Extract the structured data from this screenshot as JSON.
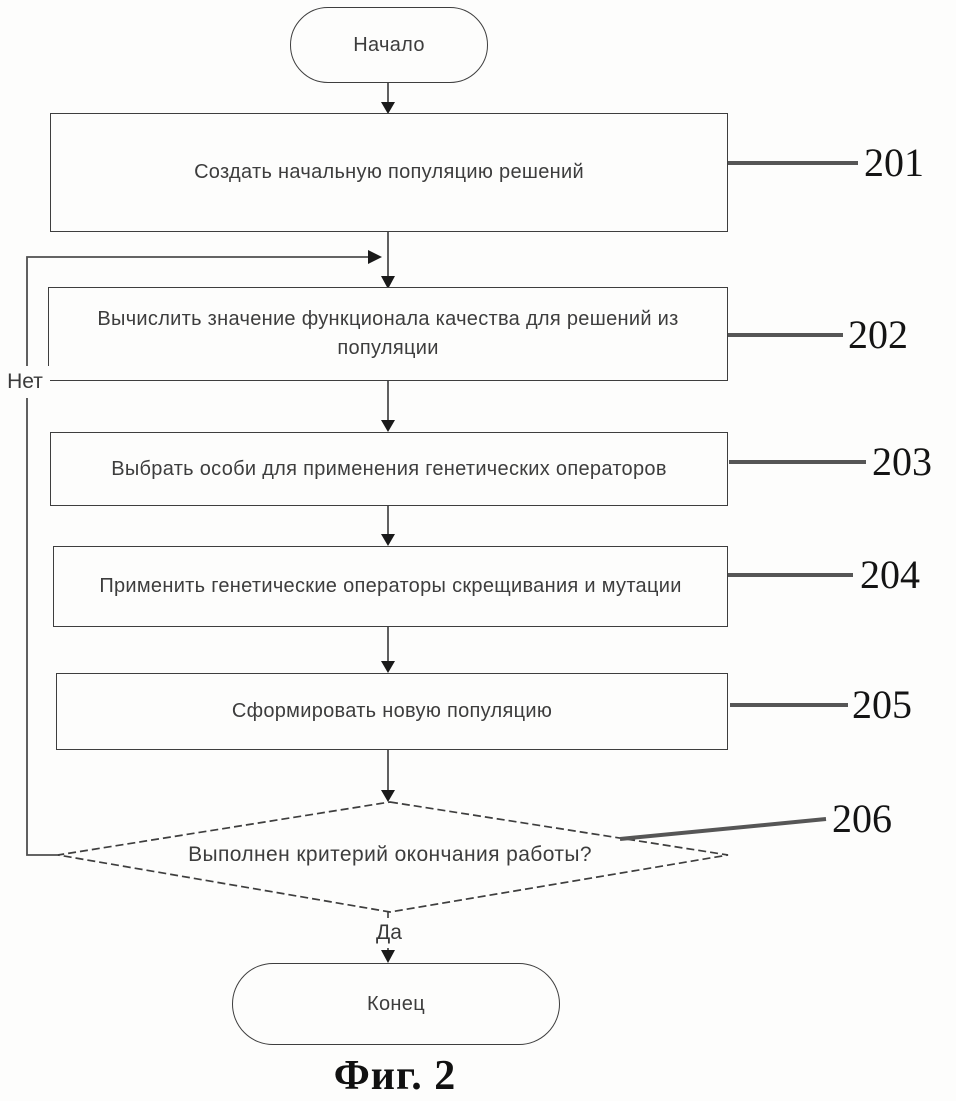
{
  "figure": {
    "caption": "Фиг. 2",
    "start": {
      "label": "Начало"
    },
    "end": {
      "label": "Конец"
    },
    "yes_label": "Да",
    "no_label": "Нет",
    "steps": [
      {
        "id": "201",
        "text": "Создать начальную популяцию решений"
      },
      {
        "id": "202",
        "text": "Вычислить  значение функционала качества для решений из популяции"
      },
      {
        "id": "203",
        "text": "Выбрать особи для применения генетических операторов"
      },
      {
        "id": "204",
        "text": "Применить генетические операторы скрещивания и мутации"
      },
      {
        "id": "205",
        "text": "Сформировать новую популяцию"
      }
    ],
    "decision": {
      "id": "206",
      "text": "Выполнен критерий окончания работы?"
    },
    "colors": {
      "flow_line": "#4f4f4f",
      "leader_line": "#565656",
      "border": "#3e3e3e",
      "arrowhead": "#1a1a1a",
      "text": "#3d3d3d",
      "background": "#fdfdfc"
    }
  }
}
